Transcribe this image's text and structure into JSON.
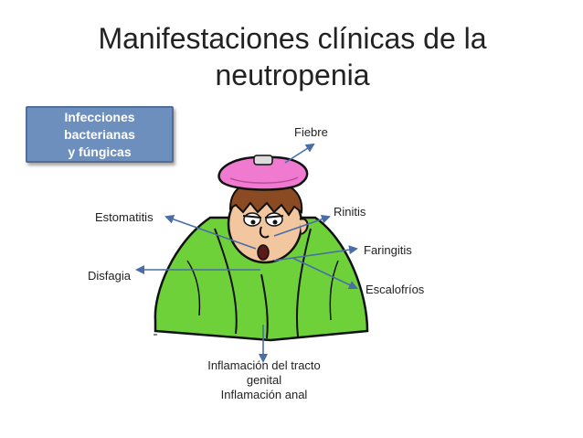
{
  "slide": {
    "title_line1": "Manifestaciones clínicas de la",
    "title_line2": "neutropenia"
  },
  "infobox": {
    "line1": "Infecciones bacterianas",
    "line2": "y fúngicas"
  },
  "labels": {
    "fiebre": "Fiebre",
    "rinitis": "Rinitis",
    "estomatitis": "Estomatitis",
    "faringitis": "Faringitis",
    "disfagia": "Disfagia",
    "escalofrios": "Escalofríos",
    "genital_line1": "Inflamación del tracto",
    "genital_line2": "genital",
    "anal": "Inflamación anal"
  },
  "colors": {
    "arrow": "#4a6da8",
    "box_fill": "#6d8fbd",
    "blanket": "#6fd13a",
    "ice_pack": "#f07ad0",
    "skin": "#f2c7a0",
    "hair": "#8a4a22"
  }
}
